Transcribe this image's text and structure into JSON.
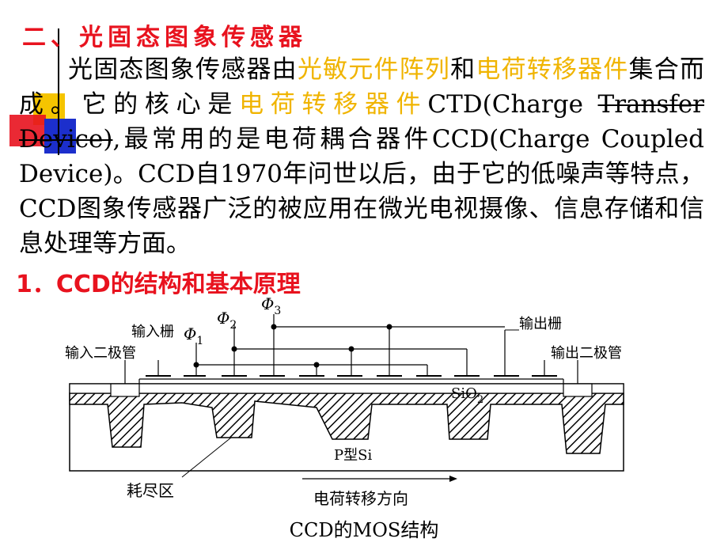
{
  "heading": "二、光固态图象传感器",
  "paragraph": {
    "p1": "光固态图象传感器由",
    "h1": "光敏元件阵列",
    "p2": "和",
    "h2": "电荷转移器件",
    "p3": "集合而成。它的核心是",
    "h3": "电荷转移器件",
    "p4": "CTD(Charge ",
    "p5": "Transfer Device)",
    "p6": ",最常用的是电荷耦合器件CCD(Charge Coupled Device)。CCD自1970年问世以后，由于它的低噪声等特点，CCD图象传感器广泛的被应用在微光电视摄像、信息存储和信息处理等方面。"
  },
  "section_title": "1．CCD的结构和基本原理",
  "diagram": {
    "phi1": "Φ",
    "phi1_sub": "1",
    "phi2": "Φ",
    "phi2_sub": "2",
    "phi3": "Φ",
    "phi3_sub": "3",
    "input_gate": "输入栅",
    "input_diode": "输入二极管",
    "output_gate": "输出栅",
    "output_diode": "输出二极管",
    "oxide": "SiO",
    "oxide_sub": "2",
    "substrate": "P型Si",
    "depletion": "耗尽区",
    "direction": "电荷转移方向"
  },
  "caption": "CCD的MOS结构",
  "colors": {
    "heading": "#e8121e",
    "highlight": "#f0b400",
    "deco_red": "#e8121e",
    "deco_blue": "#1c2fcc",
    "deco_yellow": "#f5c400"
  }
}
